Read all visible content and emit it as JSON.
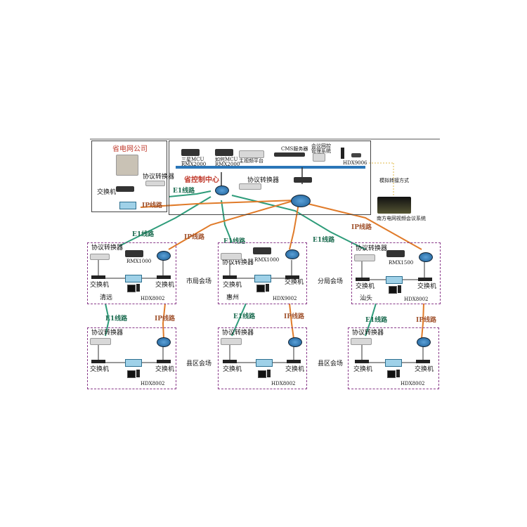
{
  "top_left": {
    "title": "省电网公司",
    "converter": "协议转换器",
    "switch": "交换机",
    "ip_line": "IP线路",
    "e1_line": "E1线路"
  },
  "center": {
    "title": "省控制中心",
    "converter": "协议转换器",
    "rack_labels": [
      "三星MCU",
      "RMX2000",
      "如何MCU",
      "RMX2000",
      "主视频平台",
      "CMS服务器",
      "会议网控",
      "管理系统",
      "HDX9006"
    ],
    "analog": "模拟转接方式",
    "grid": "南方电网视频会议系统"
  },
  "regions": [
    {
      "converter": "协议转换器",
      "mcu": "RMX1000",
      "switch_l": "交换机",
      "switch_r": "交换机",
      "city": "清远",
      "terminal": "HDX8002"
    },
    {
      "converter": "协议转换器",
      "mcu": "RMX1000",
      "switch_l": "交换机",
      "switch_r": "交换机",
      "city": "惠州",
      "terminal": "HDX9002"
    },
    {
      "converter": "协议转换器",
      "mcu": "RMX1500",
      "switch_l": "交换机",
      "switch_r": "交换机",
      "city": "汕头",
      "terminal": "HDX8002"
    }
  ],
  "counties": [
    {
      "converter": "协议转换器",
      "switch_l": "交换机",
      "switch_r": "交换机",
      "terminal": "HDX8002"
    },
    {
      "converter": "协议转换器",
      "switch_l": "交换机",
      "switch_r": "交换机",
      "terminal": "HDX8002"
    },
    {
      "converter": "协议转换器",
      "switch_l": "交换机",
      "switch_r": "交换机",
      "terminal": "HDX8002"
    }
  ],
  "line_labels": {
    "e1": "E1线路",
    "ip": "IP线路"
  },
  "venue_labels": {
    "city": "市局会场",
    "county": "县区会场",
    "branch": "分局会场"
  },
  "colors": {
    "e1": "#2e9c7a",
    "ip": "#e07b2a",
    "box": "#8a3a8a"
  }
}
